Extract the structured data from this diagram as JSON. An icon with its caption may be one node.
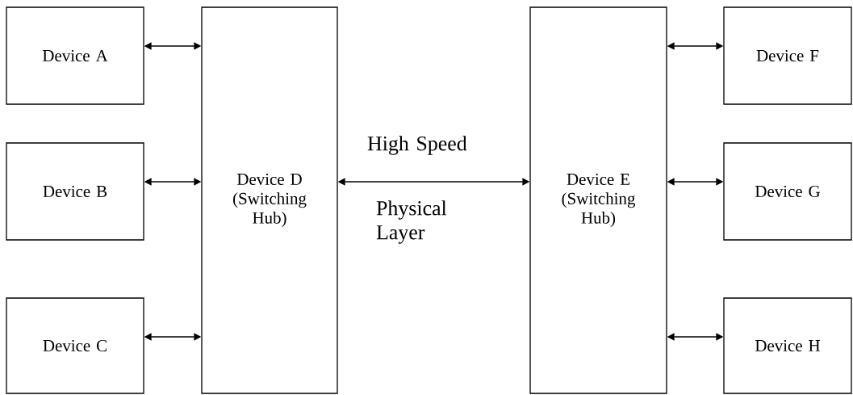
{
  "diagram": {
    "nodes": [
      {
        "text": [
          "Device A"
        ]
      },
      {
        "text": [
          "Device B"
        ]
      },
      {
        "text": [
          "Device C"
        ]
      },
      {
        "text": [
          "Device D (Switching Hub)"
        ]
      },
      {
        "text": [
          "Device E (Switching Hub)"
        ]
      },
      {
        "text": [
          "Device F"
        ]
      },
      {
        "text": [
          "Device G"
        ]
      },
      {
        "text": [
          "Device H"
        ]
      }
    ],
    "edges": [
      {
        "from": 0,
        "to": 3,
        "arrow": "both"
      },
      {
        "from": 1,
        "to": 3,
        "arrow": "both"
      },
      {
        "from": 2,
        "to": 3,
        "arrow": "both"
      },
      {
        "from": 3,
        "to": 4,
        "arrow": "both"
      },
      {
        "from": 4,
        "to": 5,
        "arrow": "both"
      },
      {
        "from": 4,
        "to": 6,
        "arrow": "both"
      },
      {
        "from": 4,
        "to": 7,
        "arrow": "both"
      }
    ],
    "labels": [
      "High Speed",
      "Physical Layer"
    ]
  }
}
